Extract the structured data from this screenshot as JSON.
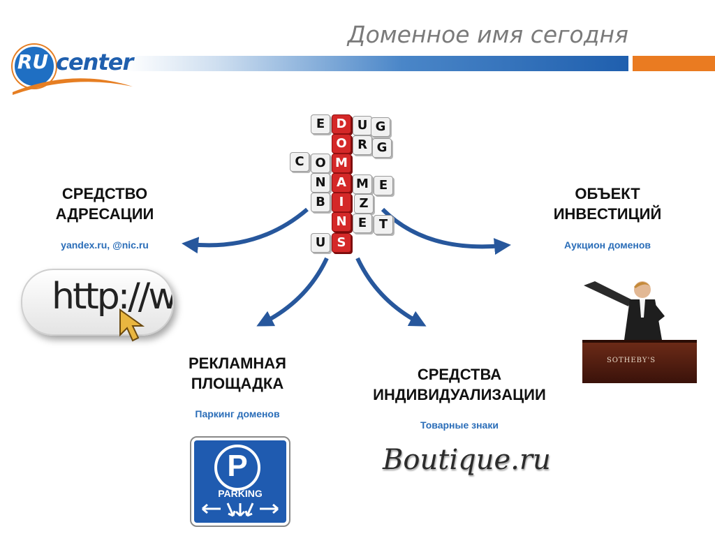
{
  "header": {
    "title": "Доменное имя сегодня",
    "logo_ru": "RU",
    "logo_center": "center"
  },
  "sections": {
    "addressing": {
      "title": "СРЕДСТВО АДРЕСАЦИИ",
      "title_line1": "СРЕДСТВО",
      "title_line2": "АДРЕСАЦИИ",
      "subtitle": "yandex.ru, @nic.ru"
    },
    "investment": {
      "title": "ОБЪЕКТ ИНВЕСТИЦИЙ",
      "title_line1": "ОБЪЕКТ",
      "title_line2": "ИНВЕСТИЦИЙ",
      "subtitle": "Аукцион доменов"
    },
    "advertising": {
      "title": "РЕКЛАМНАЯ ПЛОЩАДКА",
      "title_line1": "РЕКЛАМНАЯ",
      "title_line2": "ПЛОЩАДКА",
      "subtitle": "Паркинг доменов"
    },
    "individualization": {
      "title": "СРЕДСТВА ИНДИВИДУАЛИЗАЦИИ",
      "title_line1": "СРЕДСТВА",
      "title_line2": "ИНДИВИДУАЛИЗАЦИИ",
      "subtitle": "Товарные знаки"
    }
  },
  "images": {
    "http_text": "http://www.",
    "parking_letter": "P",
    "parking_text": "PARKING",
    "boutique_text": "Boutique.ru",
    "podium_label": "SOTHEBY'S"
  },
  "dice_words": {
    "vertical": "DOMAINS",
    "rows": [
      "EDU",
      "ORG",
      "COM",
      "NAME",
      "BIZ",
      "NET",
      "US"
    ]
  },
  "colors": {
    "title_gray": "#7a7a7a",
    "accent_blue": "#2a6db8",
    "arrow_blue": "#27579c",
    "brand_orange": "#ea7b21",
    "dice_red": "#d42828"
  }
}
